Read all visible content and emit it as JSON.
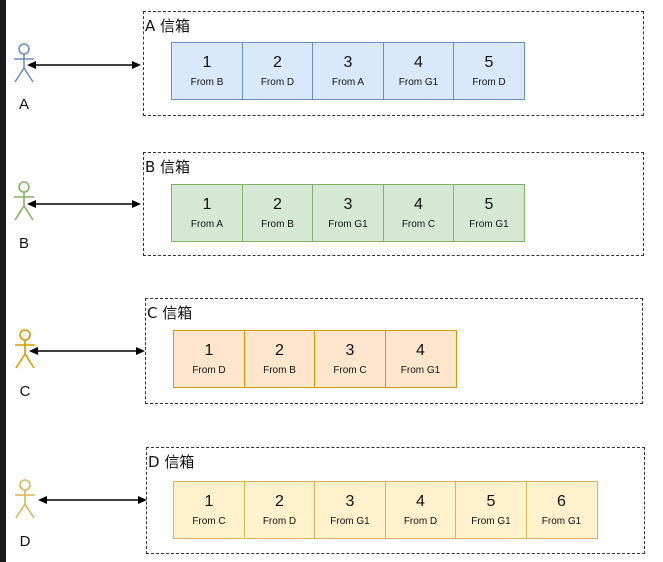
{
  "rows": [
    {
      "actor_label": "A",
      "actor_color": "#6c8ebf",
      "title": "A 信箱",
      "fill": "#dae8fc",
      "stroke": "#6c8ebf",
      "messages": [
        {
          "num": "1",
          "from": "From B"
        },
        {
          "num": "2",
          "from": "From D"
        },
        {
          "num": "3",
          "from": "From A"
        },
        {
          "num": "4",
          "from": "From G1"
        },
        {
          "num": "5",
          "from": "From D"
        }
      ]
    },
    {
      "actor_label": "B",
      "actor_color": "#82b366",
      "title": "B 信箱",
      "fill": "#d5e8d4",
      "stroke": "#82b366",
      "messages": [
        {
          "num": "1",
          "from": "From A"
        },
        {
          "num": "2",
          "from": "From B"
        },
        {
          "num": "3",
          "from": "From G1"
        },
        {
          "num": "4",
          "from": "From C"
        },
        {
          "num": "5",
          "from": "From G1"
        }
      ]
    },
    {
      "actor_label": "C",
      "actor_color": "#d79b00",
      "title": "C 信箱",
      "fill": "#ffe6cc",
      "stroke": "#d79b00",
      "messages": [
        {
          "num": "1",
          "from": "From D"
        },
        {
          "num": "2",
          "from": "From B"
        },
        {
          "num": "3",
          "from": "From C"
        },
        {
          "num": "4",
          "from": "From G1"
        }
      ]
    },
    {
      "actor_label": "D",
      "actor_color": "#d6b656",
      "title": "D 信箱",
      "fill": "#fff2cc",
      "stroke": "#d6b656",
      "messages": [
        {
          "num": "1",
          "from": "From C"
        },
        {
          "num": "2",
          "from": "From D"
        },
        {
          "num": "3",
          "from": "From G1"
        },
        {
          "num": "4",
          "from": "From D"
        },
        {
          "num": "5",
          "from": "From G1"
        },
        {
          "num": "6",
          "from": "From G1"
        }
      ]
    }
  ]
}
